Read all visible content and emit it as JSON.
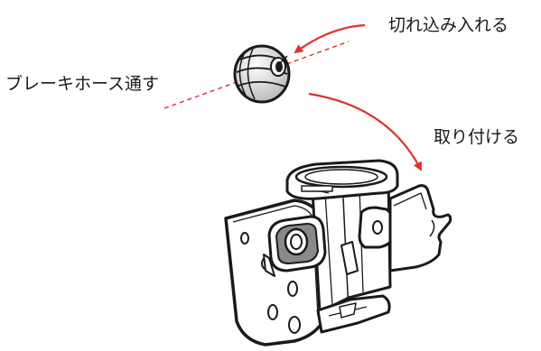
{
  "labels": {
    "cut": "切れ込み入れる",
    "brake_hose": "ブレーキホース通す",
    "attach": "取り付ける"
  },
  "colors": {
    "arrow": "#e0322c",
    "dashed_line": "#e0322c",
    "line_art": "#1a1a1a",
    "grommet_shade": "#b8b8b8",
    "pad_shade": "#8a8a8a"
  },
  "icons": {
    "grommet": "rubber-grommet",
    "bracket": "caliper-mount-bracket"
  }
}
